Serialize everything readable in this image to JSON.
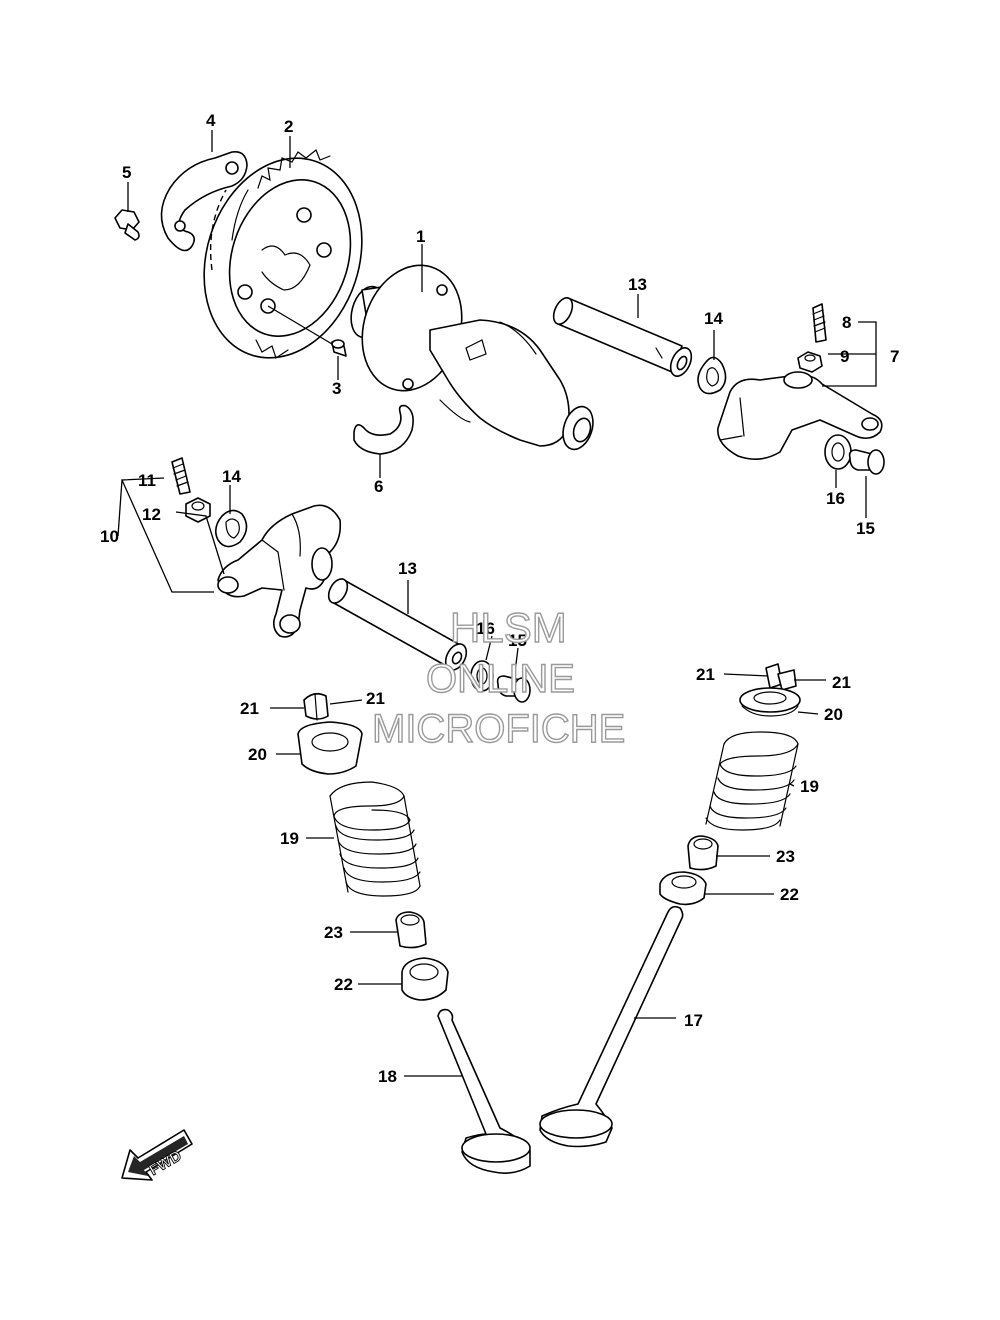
{
  "watermark": {
    "line1": "HLSM",
    "line2": "ONLINE",
    "line3": "MICROFICHE"
  },
  "direction_marker": {
    "label": "FWD"
  },
  "callouts": {
    "c1": "1",
    "c2": "2",
    "c3": "3",
    "c4": "4",
    "c5": "5",
    "c6": "6",
    "c7": "7",
    "c8": "8",
    "c9": "9",
    "c10": "10",
    "c11": "11",
    "c12": "12",
    "c13a": "13",
    "c13b": "13",
    "c14a": "14",
    "c14b": "14",
    "c15a": "15",
    "c15b": "15",
    "c16a": "16",
    "c16b": "16",
    "c17": "17",
    "c18": "18",
    "c19a": "19",
    "c19b": "19",
    "c20a": "20",
    "c20b": "20",
    "c21a": "21",
    "c21b": "21",
    "c21c": "21",
    "c21d": "21",
    "c22a": "22",
    "c22b": "22",
    "c23a": "23",
    "c23b": "23"
  }
}
